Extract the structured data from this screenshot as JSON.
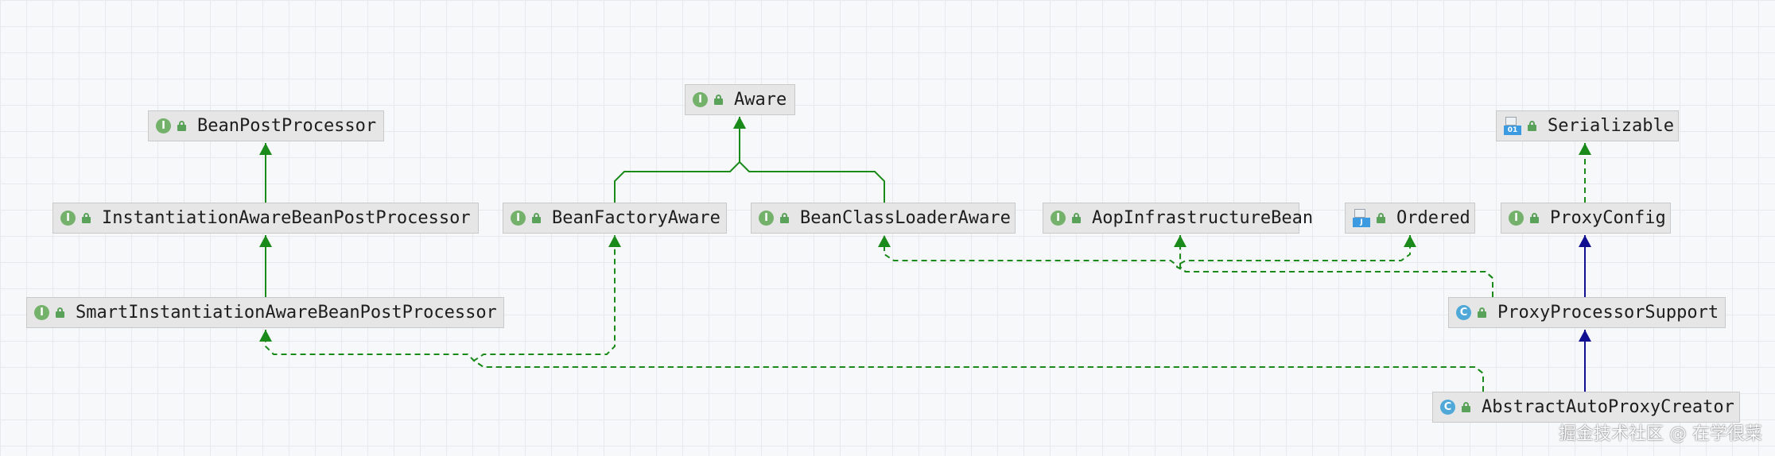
{
  "nodes": [
    {
      "id": "aware",
      "label": "Aware",
      "kind": "interface",
      "badge": "I"
    },
    {
      "id": "bean_post_processor",
      "label": "BeanPostProcessor",
      "kind": "interface",
      "badge": "I"
    },
    {
      "id": "serializable",
      "label": "Serializable",
      "kind": "jar-interface",
      "badge": "01"
    },
    {
      "id": "instantiation_aware",
      "label": "InstantiationAwareBeanPostProcessor",
      "kind": "interface",
      "badge": "I"
    },
    {
      "id": "bean_factory_aware",
      "label": "BeanFactoryAware",
      "kind": "interface",
      "badge": "I"
    },
    {
      "id": "bean_class_loader_aware",
      "label": "BeanClassLoaderAware",
      "kind": "interface",
      "badge": "I"
    },
    {
      "id": "aop_infrastructure_bean",
      "label": "AopInfrastructureBean",
      "kind": "interface",
      "badge": "I"
    },
    {
      "id": "ordered",
      "label": "Ordered",
      "kind": "jar-interface",
      "badge": "J"
    },
    {
      "id": "proxy_config",
      "label": "ProxyConfig",
      "kind": "class",
      "badge": "I"
    },
    {
      "id": "smart_instantiation_aware",
      "label": "SmartInstantiationAwareBeanPostProcessor",
      "kind": "interface",
      "badge": "I"
    },
    {
      "id": "proxy_processor_support",
      "label": "ProxyProcessorSupport",
      "kind": "class",
      "badge": "C"
    },
    {
      "id": "abstract_auto_proxy_creator",
      "label": "AbstractAutoProxyCreator",
      "kind": "abstract-class",
      "badge": "C"
    }
  ],
  "edges": [
    {
      "from": "bean_factory_aware",
      "to": "aware",
      "type": "interface-extends"
    },
    {
      "from": "bean_class_loader_aware",
      "to": "aware",
      "type": "interface-extends"
    },
    {
      "from": "instantiation_aware",
      "to": "bean_post_processor",
      "type": "interface-extends"
    },
    {
      "from": "smart_instantiation_aware",
      "to": "instantiation_aware",
      "type": "interface-extends"
    },
    {
      "from": "proxy_config",
      "to": "serializable",
      "type": "implements"
    },
    {
      "from": "proxy_processor_support",
      "to": "proxy_config",
      "type": "extends"
    },
    {
      "from": "abstract_auto_proxy_creator",
      "to": "proxy_processor_support",
      "type": "extends"
    },
    {
      "from": "proxy_processor_support",
      "to": "ordered",
      "type": "implements"
    },
    {
      "from": "proxy_processor_support",
      "to": "bean_class_loader_aware",
      "type": "implements"
    },
    {
      "from": "proxy_processor_support",
      "to": "aop_infrastructure_bean",
      "type": "implements"
    },
    {
      "from": "abstract_auto_proxy_creator",
      "to": "smart_instantiation_aware",
      "type": "implements"
    },
    {
      "from": "abstract_auto_proxy_creator",
      "to": "bean_factory_aware",
      "type": "implements"
    }
  ],
  "colors": {
    "interface_extends": "#1a8a1a",
    "implements": "#1a8a1a",
    "extends": "#101090",
    "node_fill": "#e6e6e6",
    "interface_badge": "#74b16a",
    "class_badge": "#4fa8d8"
  },
  "watermark": "掘金技术社区 @ 在学很菜"
}
